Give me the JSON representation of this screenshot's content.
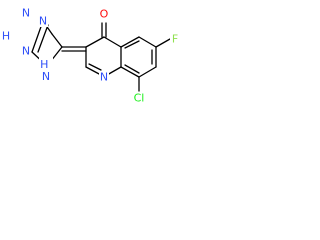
{
  "structure": {
    "atoms": [
      {
        "id": "tN1",
        "element": "N",
        "label": "N"
      },
      {
        "id": "tN2",
        "element": "N",
        "label": "N"
      },
      {
        "id": "tNH",
        "element": "N",
        "label": "H"
      },
      {
        "id": "tN4",
        "element": "N",
        "label": "N"
      },
      {
        "id": "tHN",
        "element": "N",
        "label": "H\nN"
      },
      {
        "id": "o",
        "element": "O",
        "label": "O"
      },
      {
        "id": "f",
        "element": "F",
        "label": "F"
      },
      {
        "id": "n1",
        "element": "N",
        "label": "N"
      },
      {
        "id": "cl",
        "element": "Cl",
        "label": "Cl"
      }
    ],
    "colors": {
      "N": "#3050f8",
      "O": "#ff0d0d",
      "F": "#90e050",
      "Cl": "#1ff01f",
      "bond": "#000000"
    }
  }
}
